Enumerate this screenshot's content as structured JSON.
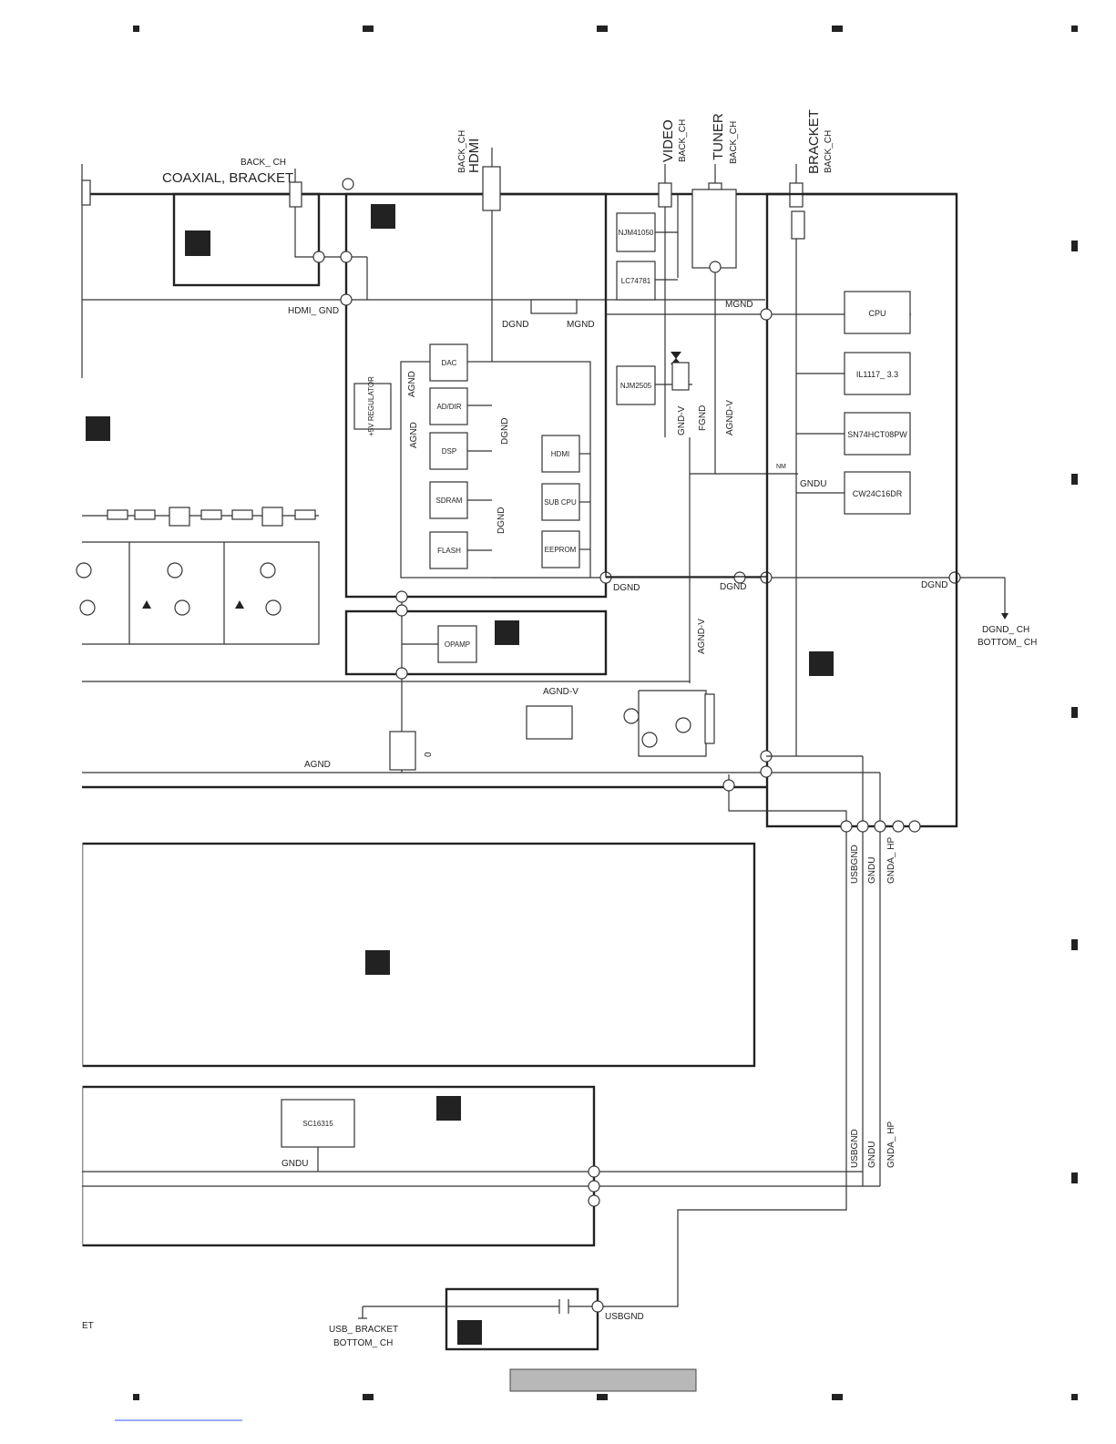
{
  "connectors": [
    {
      "id": "coaxial",
      "label": "COAXIAL, BRACKET",
      "sub": "BACK_ CH"
    },
    {
      "id": "hdmi",
      "label": "HDMI",
      "sub": "BACK_CH"
    },
    {
      "id": "video",
      "label": "VIDEO",
      "sub": "BACK_CH"
    },
    {
      "id": "tuner",
      "label": "TUNER",
      "sub": "BACK_CH"
    },
    {
      "id": "bracket",
      "label": "BRACKET",
      "sub": "BACK_CH"
    }
  ],
  "chips": {
    "dac": "DAC",
    "addir": "AD/DIR",
    "dsp": "DSP",
    "sdram": "SDRAM",
    "flash": "FLASH",
    "hdmi": "HDMI",
    "subcpu": "SUB CPU",
    "eeprom": "EEPROM",
    "regulator": "+5V REGULATOR",
    "njm41050": "NJM41050",
    "lc74781": "LC74781",
    "njm2505": "NJM2505",
    "cpu": "CPU",
    "il1117": "IL1117_ 3.3",
    "sn74": "SN74HCT08PW",
    "cw24": "CW24C16DR",
    "opamp": "OPAMP",
    "sc16315": "SC16315"
  },
  "nets": {
    "hdmi_gnd": "HDMI_ GND",
    "dgnd": "DGND",
    "mgnd": "MGND",
    "agnd": "AGND",
    "gnd_v": "GND-V",
    "fgnd": "FGND",
    "agnd_v": "AGND-V",
    "gndu": "GNDU",
    "nm": "NM",
    "usbgnd": "USBGND",
    "gnda_hp": "GNDA_ HP",
    "dgnd_ch": "DGND_ CH",
    "bottom_ch": "BOTTOM_ CH",
    "usb_bracket": "USB_ BRACKET",
    "zero": "0",
    "et": "ET"
  }
}
